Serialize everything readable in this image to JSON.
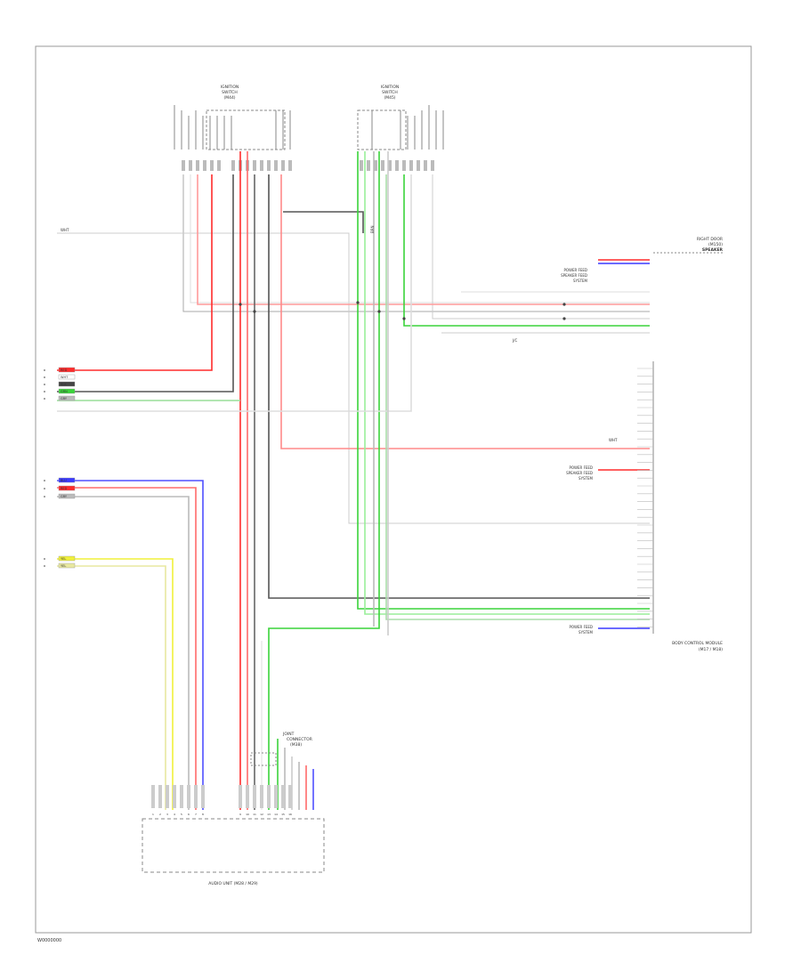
{
  "diagram": {
    "footer_code": "W0000000",
    "components": {
      "switch_left": [
        "IGNITION",
        "SWITCH",
        "(M44)"
      ],
      "switch_right": [
        "IGNITION",
        "SWITCH",
        "(M45)"
      ],
      "right_door": [
        "RIGHT DOOR",
        "(M150)",
        "SPEAKER"
      ],
      "bcm": [
        "BODY CONTROL MODULE",
        "(M17 / M18)"
      ],
      "connector_mid": [
        "JOINT",
        "CONNECTOR",
        "(M38)"
      ],
      "bottom_unit": "AUDIO UNIT (M28 / M29)"
    },
    "labels": {
      "left_top": "WHT",
      "mid_vert": "BRN",
      "rd_a": "POWER FEED",
      "rd_b": "SPEAKER FEED",
      "rd_c": "SYSTEM",
      "bcm_a": "POWER FEED",
      "bcm_b": "SPEAKER FEED",
      "bcm_c": "SYSTEM",
      "bcm_ws": "WHT",
      "bcm_pw": "POWER FEED",
      "bcm_sys": "SYSTEM",
      "jc": "J/C"
    },
    "left_stubs": [
      {
        "code": "RED",
        "color": "#ff2b2b"
      },
      {
        "code": "WHT",
        "color": "#ffffff"
      },
      {
        "code": "BLK",
        "color": "#444444"
      },
      {
        "code": "GRN",
        "color": "#3ad43a"
      },
      {
        "code": "GRY",
        "color": "#bbbbbb"
      }
    ],
    "left_stubs_2": [
      {
        "code": "BLU",
        "color": "#3a3aff"
      },
      {
        "code": "RED",
        "color": "#ff2b2b"
      },
      {
        "code": "GRY",
        "color": "#bbbbbb"
      }
    ],
    "left_stubs_3": [
      {
        "code": "YEL",
        "color": "#f0f03a"
      },
      {
        "code": "YEL",
        "color": "#e8e8a0"
      }
    ],
    "bottom_pins": [
      "1",
      "2",
      "3",
      "4",
      "5",
      "6",
      "7",
      "8",
      "9",
      "10",
      "11",
      "12",
      "13",
      "14",
      "15",
      "16"
    ]
  }
}
